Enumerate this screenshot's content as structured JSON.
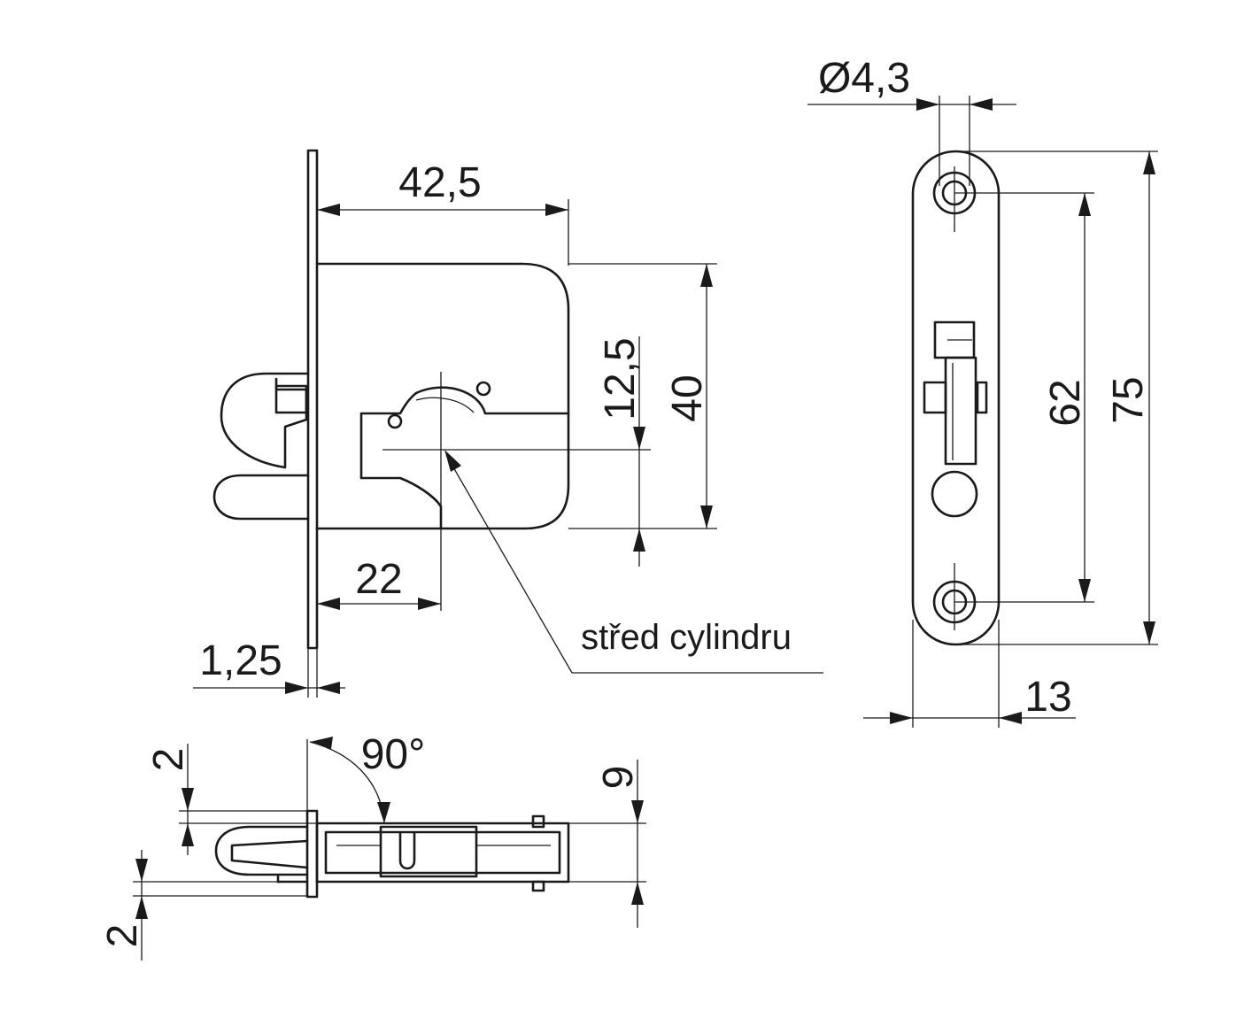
{
  "front_view": {
    "dim_depth": "42,5",
    "dim_backset": "22",
    "dim_faceplate_thickness": "1,25",
    "dim_cylinder_offset": "12,5",
    "dim_body_height": "40",
    "label_cylinder_center": "střed cylindru"
  },
  "faceplate_view": {
    "dim_hole_diameter": "Ø4,3",
    "dim_hole_spacing": "62",
    "dim_plate_height": "75",
    "dim_plate_width": "13"
  },
  "top_view": {
    "dim_angle": "90°",
    "dim_top_offset": "2",
    "dim_bottom_offset": "2",
    "dim_thickness": "9"
  }
}
